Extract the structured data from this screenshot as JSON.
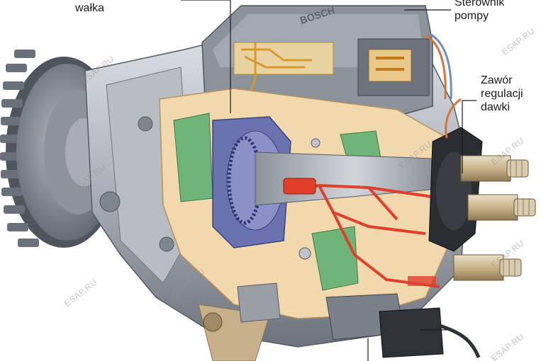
{
  "labels": {
    "shaft": "wałka",
    "controller_line1": "Sterownik",
    "controller_line2": "pompy",
    "valve_line1": "Zawór",
    "valve_line2": "regulacji",
    "valve_line3": "dawki"
  },
  "brand_mark": "BOSCH",
  "watermark": "ESAP.RU",
  "colors": {
    "housing": "#a9aeb6",
    "cutaway": "#f2d9ad",
    "gear": "#7d838c",
    "blue_parts": "#6a72b0",
    "green_parts": "#6fb57a",
    "red_fuel": "#e0402a",
    "gold_wiring": "#d89a2a"
  }
}
